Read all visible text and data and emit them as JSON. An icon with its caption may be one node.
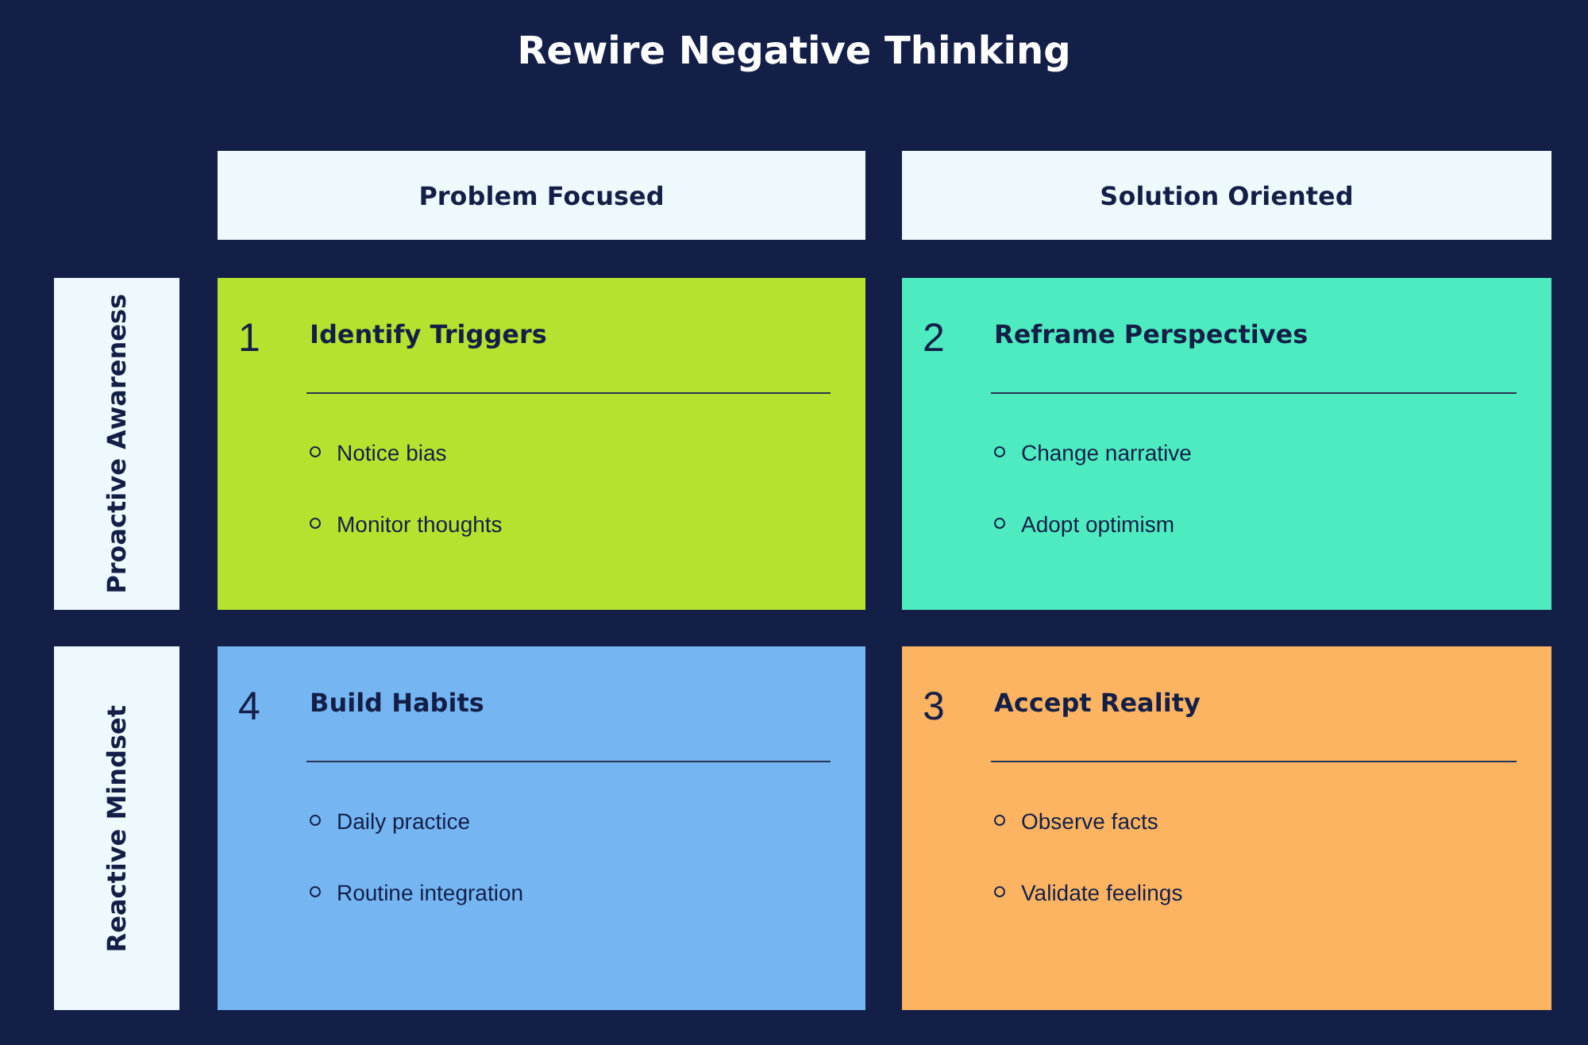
{
  "diagram": {
    "title": "Rewire Negative Thinking",
    "nodes": [
      {
        "text": [
          "Problem Focused"
        ]
      },
      {
        "text": [
          "Solution Oriented"
        ]
      },
      {
        "text": [
          "Proactive Awareness"
        ]
      },
      {
        "text": [
          "1",
          "Identify Triggers",
          "Notice bias",
          "Monitor thoughts"
        ]
      },
      {
        "text": [
          "2",
          "Reframe Perspectives",
          "Change narrative",
          "Adopt optimism"
        ]
      },
      {
        "text": [
          "Reactive Mindset"
        ]
      },
      {
        "text": [
          "4",
          "Build Habits",
          "Daily practice",
          "Routine integration"
        ]
      },
      {
        "text": [
          "3",
          "Accept Reality",
          "Observe facts",
          "Validate feelings"
        ]
      }
    ]
  }
}
